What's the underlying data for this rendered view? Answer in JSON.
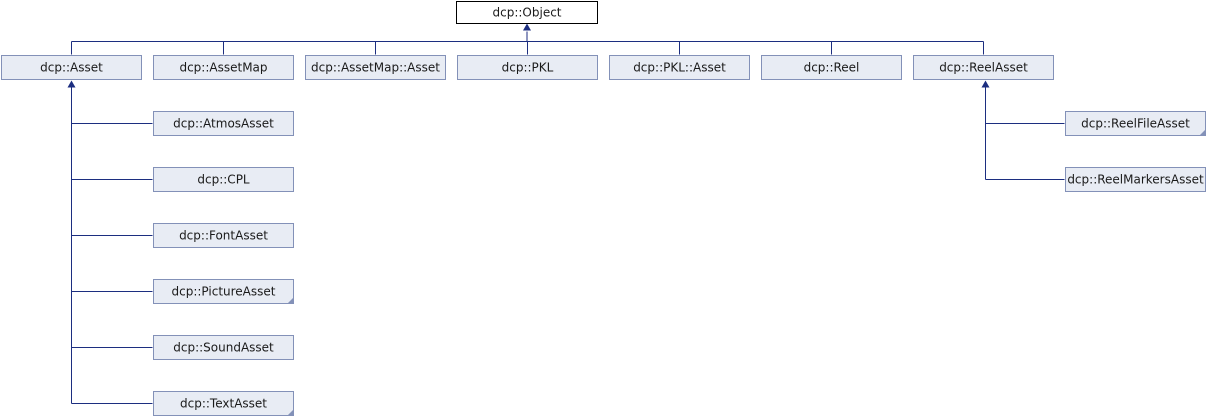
{
  "diagram": {
    "root": "dcp::Object",
    "level1": [
      "dcp::Asset",
      "dcp::AssetMap",
      "dcp::AssetMap::Asset",
      "dcp::PKL",
      "dcp::PKL::Asset",
      "dcp::Reel",
      "dcp::ReelAsset"
    ],
    "asset_children": [
      "dcp::AtmosAsset",
      "dcp::CPL",
      "dcp::FontAsset",
      "dcp::PictureAsset",
      "dcp::SoundAsset",
      "dcp::TextAsset"
    ],
    "reelasset_children": [
      "dcp::ReelFileAsset",
      "dcp::ReelMarkersAsset"
    ],
    "collapsed_nodes": [
      "dcp::PictureAsset",
      "dcp::TextAsset",
      "dcp::ReelFileAsset"
    ],
    "colors": {
      "node_fill": "#e8ecf4",
      "node_border": "#8391b8",
      "edge": "#1c2e80",
      "root_fill": "#ffffff"
    }
  }
}
